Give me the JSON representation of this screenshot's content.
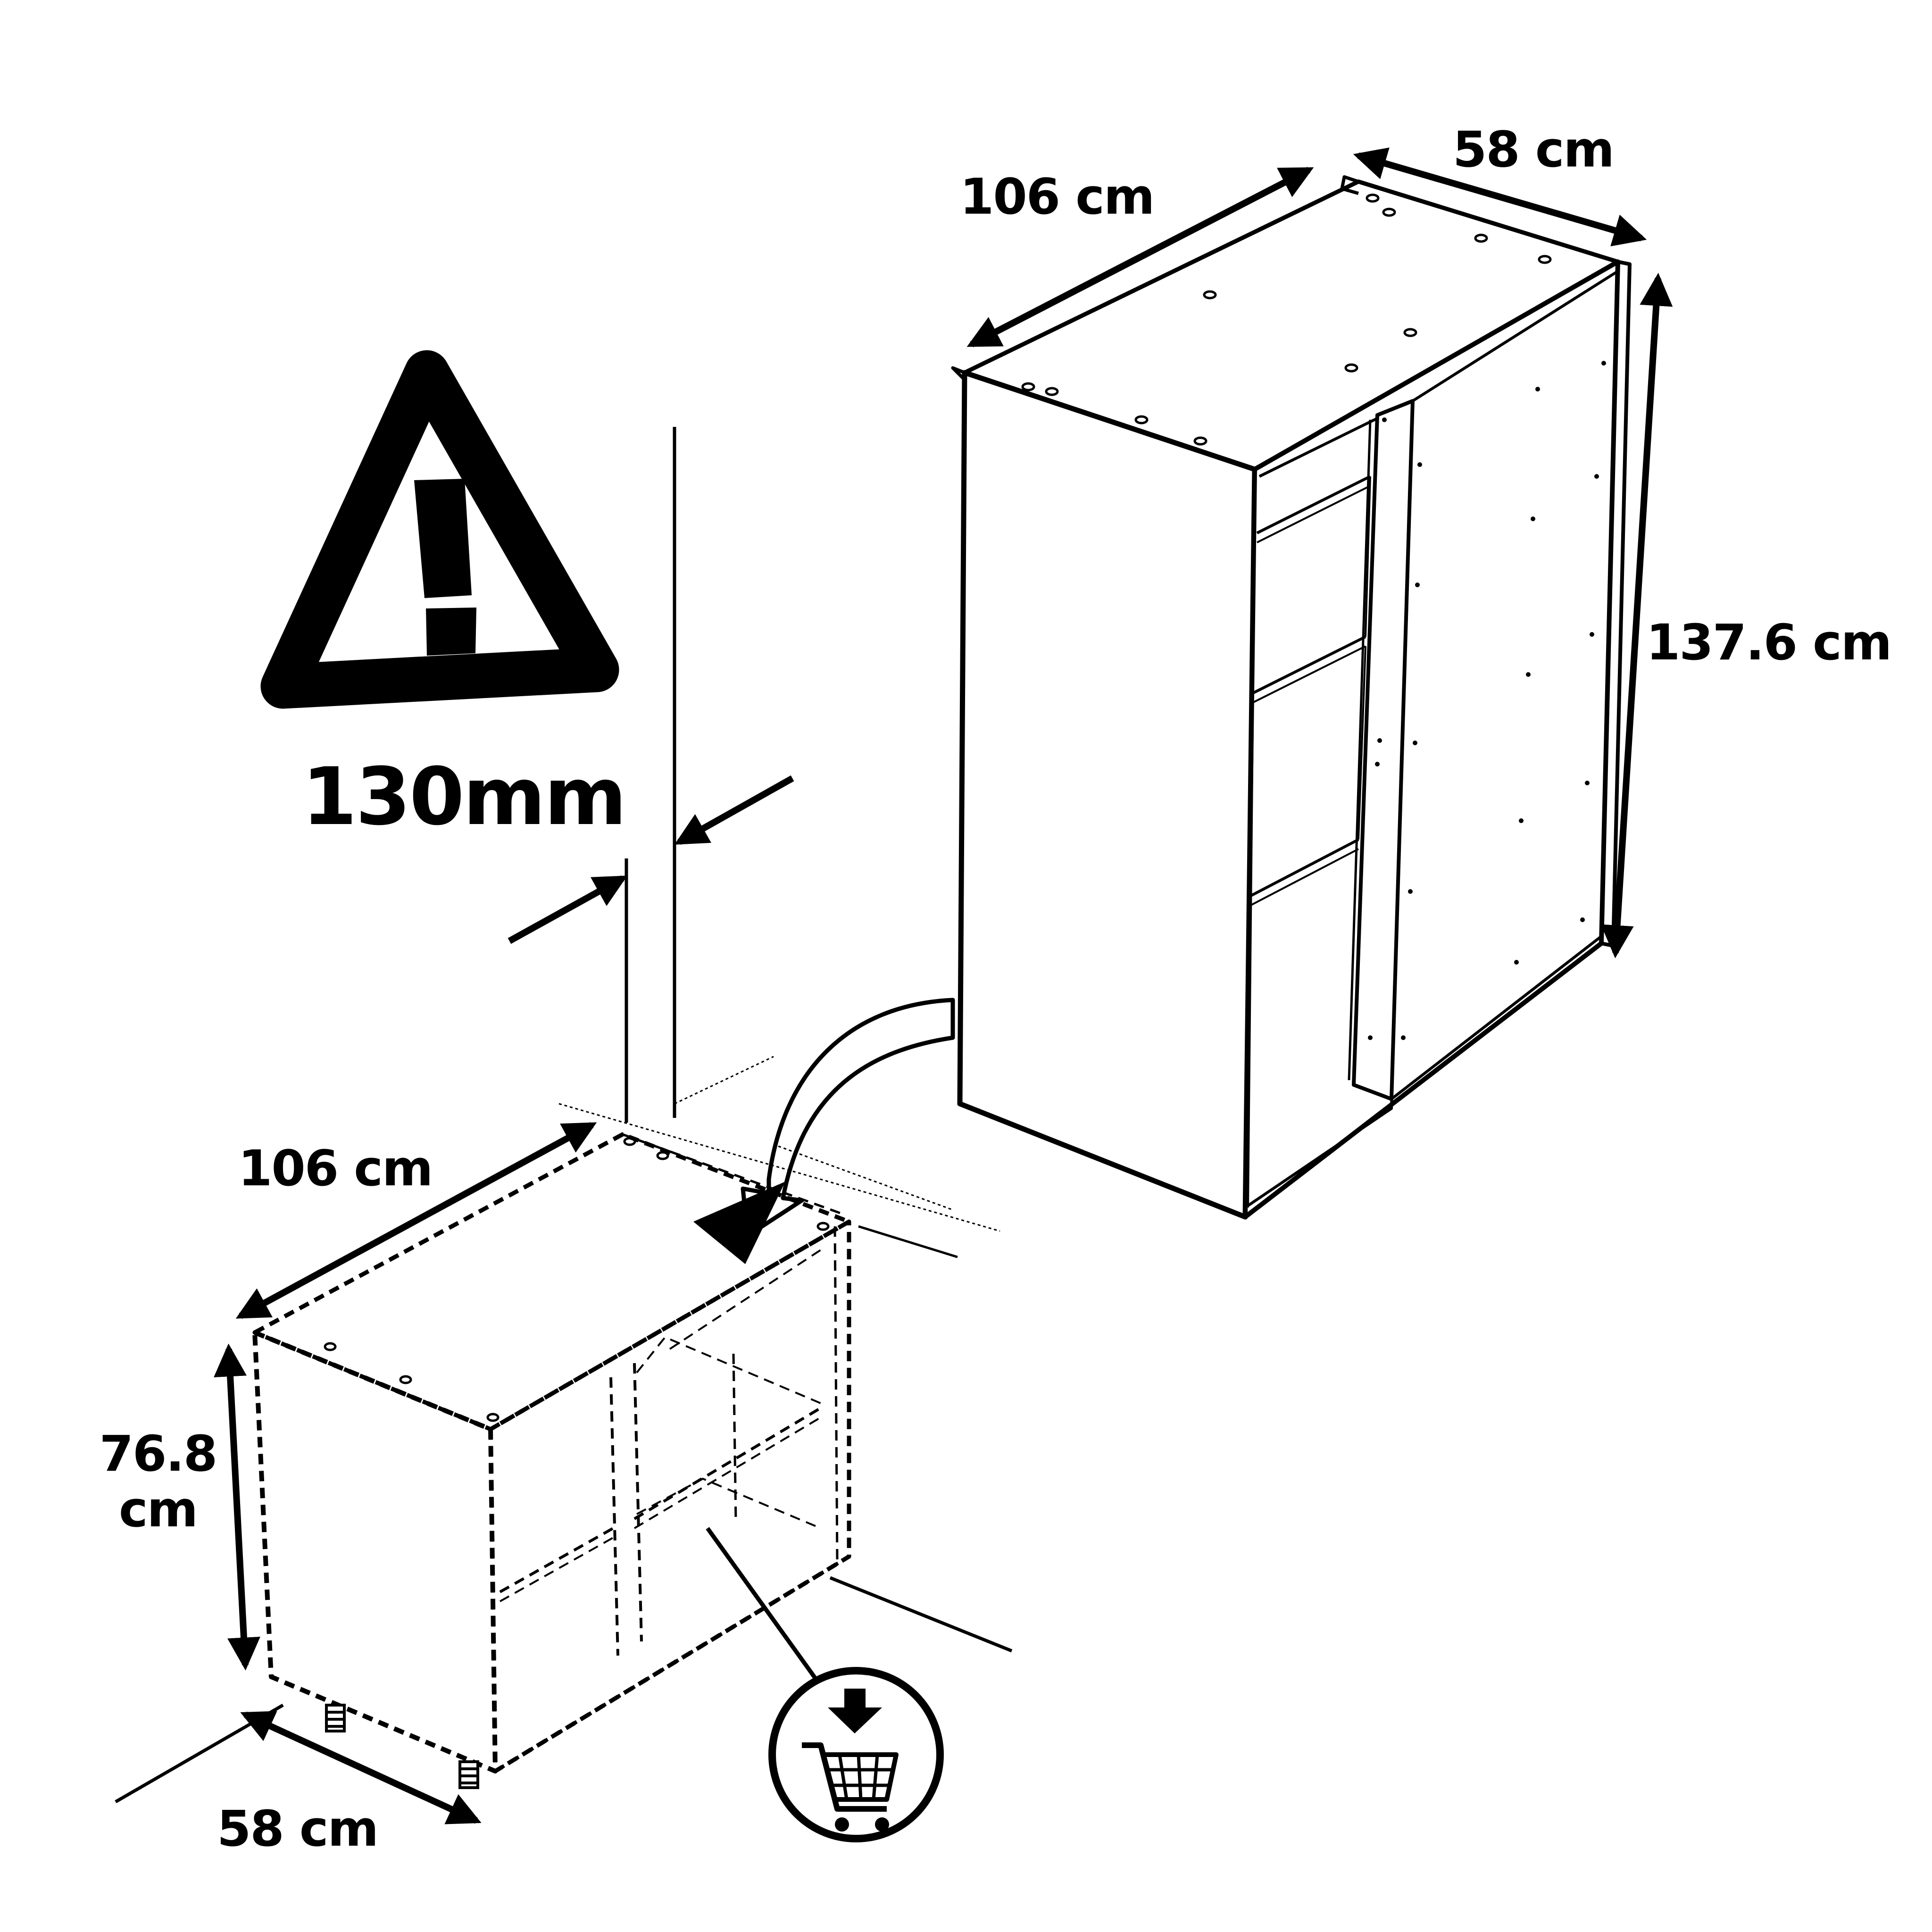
{
  "warning": {
    "icon": "warning-triangle-icon",
    "gap_label": "130mm"
  },
  "wall_cabinet": {
    "width_label": "106 cm",
    "depth_label": "58 cm",
    "height_label": "137.6 cm"
  },
  "base_cabinet": {
    "width_label": "106 cm",
    "height_label_line1": "76.8",
    "height_label_line2": "cm",
    "depth_label": "58 cm"
  },
  "badges": {
    "cart_icon": "shopping-cart-download-icon"
  },
  "colors": {
    "ink": "#000000",
    "paper": "#ffffff"
  }
}
